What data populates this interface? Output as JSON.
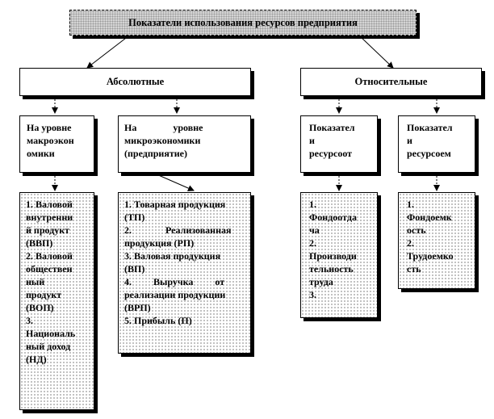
{
  "title": "Показатели использования ресурсов предприятия",
  "branches": {
    "absolute": "Абсолютные",
    "relative": "Относительные"
  },
  "level_boxes": {
    "macro": "На уровне\nмакроэкон\nомики",
    "micro_line1": "На               уровне",
    "micro_rest": "микроэкономики\n(предприятие)",
    "resource_return": "Показател\nи\nресурсоот",
    "resource_intensity": "Показател\nи\nресурсоем"
  },
  "detail_boxes": {
    "macro_list": "1. Валовой\nвнутренни\nй продукт\n(ВВП)\n2. Валовой\nобществен\nный\nпродукт\n(ВОП)\n3.\nНациональ\nный доход\n(НД)",
    "micro_list": "1. Товарная продукция\n(ТП)\n2.              Реализованная\nпродукция (РП)\n3. Валовая продукция\n(ВП)\n4.         Выручка         от\nреализации продукции\n(ВРП)\n5. Прибыль (П)",
    "resource_return_list": "1.\nФондоотда\nча\n2.\nПроизводи\nтельность\nтруда\n3.",
    "resource_intensity_list": "1.\nФондоемк\nость\n2.\nТрудоемко\nсть"
  }
}
